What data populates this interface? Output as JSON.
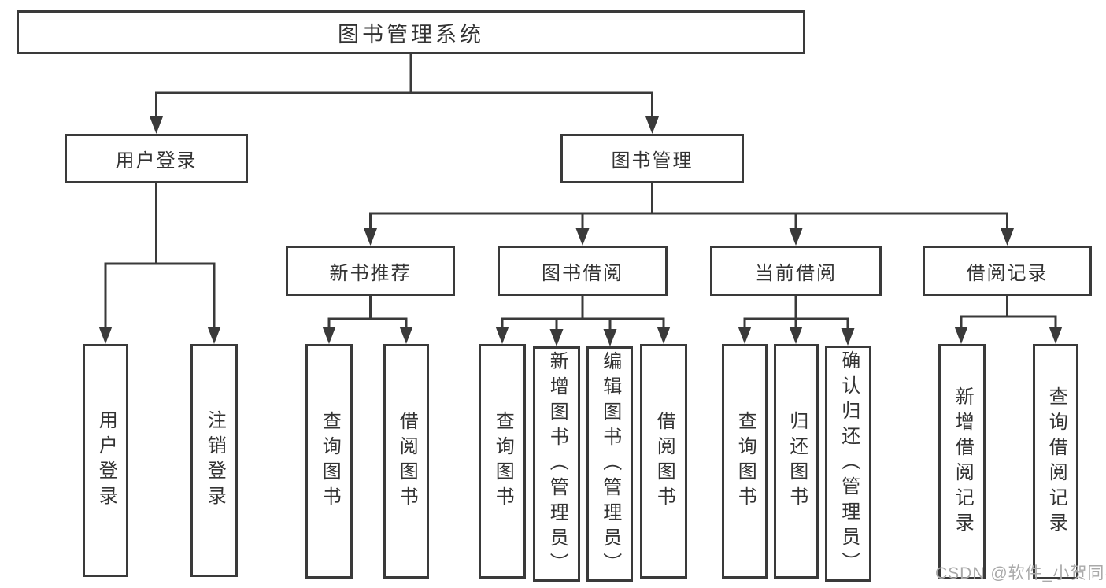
{
  "tree": {
    "root": "图书管理系统",
    "branches": [
      {
        "label": "用户登录",
        "children": [
          "用户登录",
          "注销登录"
        ]
      },
      {
        "label": "图书管理",
        "sections": [
          {
            "label": "新书推荐",
            "children": [
              "查询图书",
              "借阅图书"
            ]
          },
          {
            "label": "图书借阅",
            "children": [
              "查询图书",
              "新增图书（管理员）",
              "编辑图书（管理员）",
              "借阅图书"
            ]
          },
          {
            "label": "当前借阅",
            "children": [
              "查询图书",
              "归还图书",
              "确认归还（管理员）"
            ]
          },
          {
            "label": "借阅记录",
            "children": [
              "新增借阅记录",
              "查询借阅记录"
            ]
          }
        ]
      }
    ]
  },
  "watermark": {
    "text": "CSDN @软件_小贺同学"
  },
  "colors": {
    "line": "#3a3a3a",
    "text": "#333333",
    "watermark": "#a9a9a9",
    "canvas": "#ffffff"
  }
}
